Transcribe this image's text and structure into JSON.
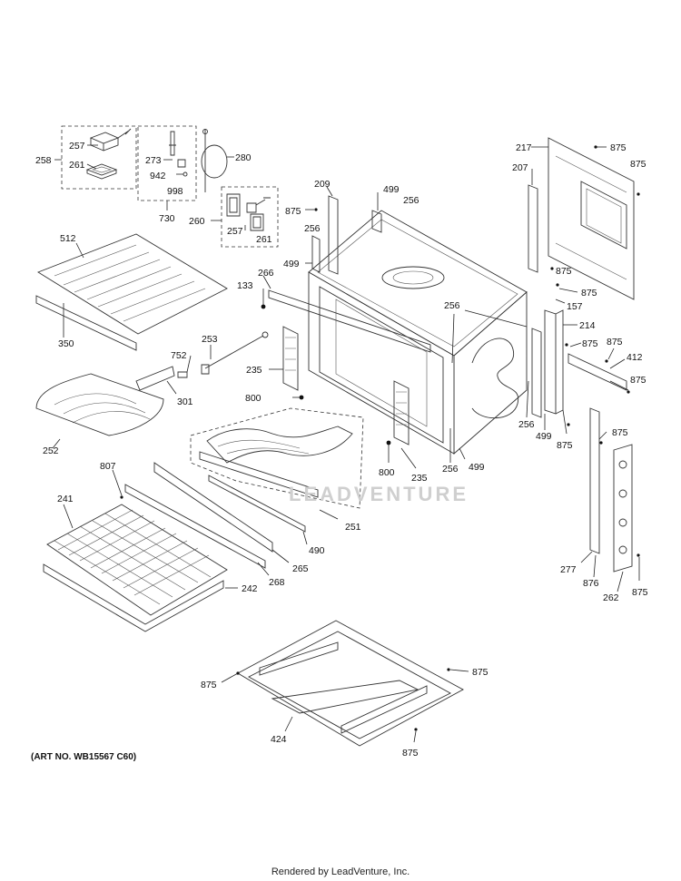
{
  "art_number": "(ART NO. WB15567 C60)",
  "credit": "Rendered by LeadVenture, Inc.",
  "watermark": "LEADVENTURE",
  "callouts": {
    "c258": "258",
    "c257a": "257",
    "c261a": "261",
    "c273": "273",
    "c942": "942",
    "c998": "998",
    "c730": "730",
    "c280": "280",
    "c260": "260",
    "c257b": "257",
    "c261b": "261",
    "c217": "217",
    "c875a": "875",
    "c875b": "875",
    "c207": "207",
    "c209": "209",
    "c499a": "499",
    "c256a": "256",
    "c875c": "875",
    "c256b": "256",
    "c499b": "499",
    "c512": "512",
    "c266": "266",
    "c133": "133",
    "c875d": "875",
    "c875e": "875",
    "c157": "157",
    "c256c": "256",
    "c214": "214",
    "c875f": "875",
    "c875g": "875",
    "c412": "412",
    "c875h": "875",
    "c350": "350",
    "c253": "253",
    "c752": "752",
    "c235a": "235",
    "c301": "301",
    "c800a": "800",
    "c256d": "256",
    "c499c": "499",
    "c875i": "875",
    "c252": "252",
    "c875j": "875",
    "c807": "807",
    "c800b": "800",
    "c235b": "235",
    "c256e": "256",
    "c499d": "499",
    "c241": "241",
    "c251": "251",
    "c490": "490",
    "c265": "265",
    "c268": "268",
    "c242": "242",
    "c277": "277",
    "c876": "876",
    "c262": "262",
    "c875k": "875",
    "c875l": "875",
    "c875m": "875",
    "c424": "424",
    "c875n": "875"
  }
}
